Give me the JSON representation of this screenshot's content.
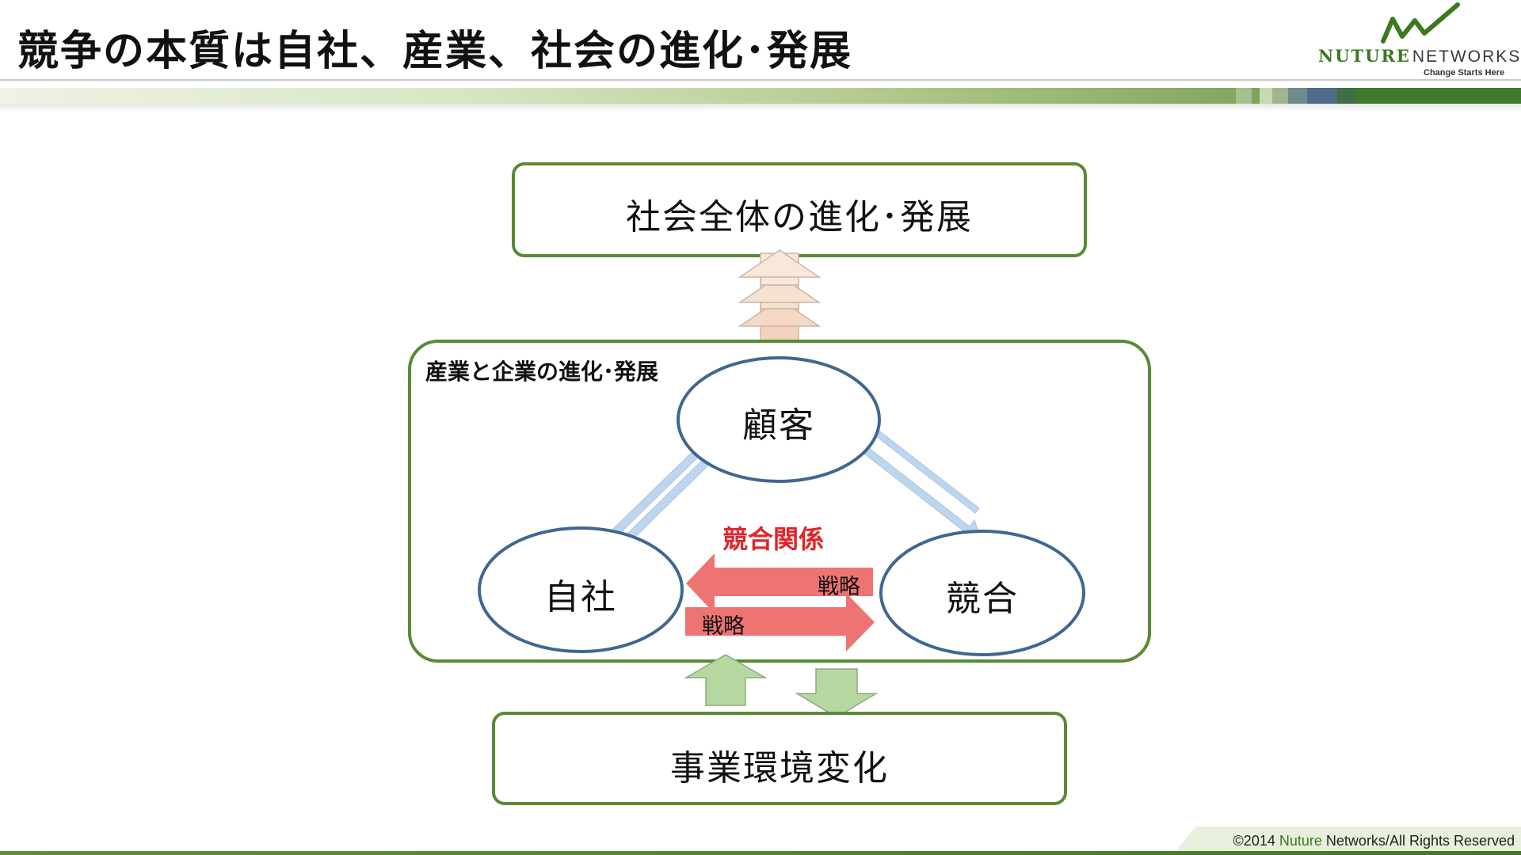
{
  "header": {
    "title": "競争の本質は自社、産業、社会の進化･発展"
  },
  "logo": {
    "brand_a": "NUTURE",
    "brand_b": "NETWORKS",
    "tagline": "Change Starts Here"
  },
  "diagram": {
    "top_box": "社会全体の進化･発展",
    "industry_box_label": "産業と企業の進化･発展",
    "customer": "顧客",
    "self": "自社",
    "competitor": "競合",
    "competition_label": "競合関係",
    "strategy_left": "戦略",
    "strategy_right": "戦略",
    "bottom_box": "事業環境変化"
  },
  "footer": {
    "copyright_prefix": "©2014",
    "copyright_brand": "Nuture",
    "copyright_suffix": "Networks/All Rights Reserved"
  },
  "colors": {
    "box_border": "#5a8a34",
    "ellipse_border": "#3f6791",
    "blue_arrow": "#bdd6ee",
    "red_arrow": "#ee7373",
    "green_arrow": "#b6d7a0",
    "peach_arrow": "#f3d3bd",
    "accent_red": "#e0262b"
  }
}
